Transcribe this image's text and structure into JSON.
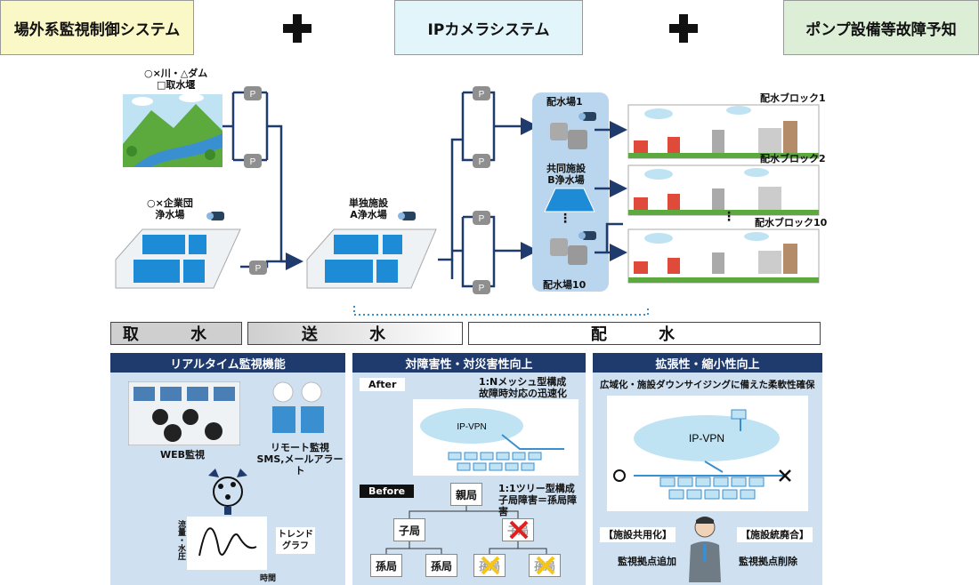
{
  "header": {
    "box1": "場外系監視制御システム",
    "box2": "IPカメラシステム",
    "box3": "ポンプ設備等故障予知"
  },
  "diagram": {
    "dam_label": "○×川・△ダム\n□取水堰",
    "corp_plant_label": "○×企業団\n浄水場",
    "single_plant_label": "単独施設\nA浄水場",
    "dist1_label": "配水場1",
    "shared_label": "共同施設\nB浄水場",
    "dist10_label": "配水場10",
    "vdots": "⋮",
    "pump_letter": "P",
    "block1": "配水ブロック1",
    "block2": "配水ブロック2",
    "block10": "配水ブロック10"
  },
  "phases": {
    "intake": "取 水",
    "transmission": "送 水",
    "distribution": "配 水"
  },
  "panel1": {
    "title": "リアルタイム監視機能",
    "web": "WEB監視",
    "remote": "リモート監視\nSMS,メールアラート",
    "ylabel": "流量・水圧",
    "xlabel": "時間",
    "trend": "トレンド\nグラフ"
  },
  "panel2": {
    "title": "対障害性・対災害性向上",
    "after": "After",
    "after_note": "1:Nメッシュ型構成\n故障時対応の迅速化",
    "vpn": "IP-VPN",
    "before": "Before",
    "before_note": "1:1ツリー型構成\n子局障害＝孫局障害",
    "parent": "親局",
    "child": "子局",
    "grandchild": "孫局"
  },
  "panel3": {
    "title": "拡張性・縮小性向上",
    "subtitle": "広域化・施設ダウンサイジングに備えた柔軟性確保",
    "vpn": "IP-VPN",
    "shared_use": "【施設共用化】",
    "add_point": "監視拠点追加",
    "consolidate": "【施設統廃合】",
    "remove_point": "監視拠点削除"
  },
  "colors": {
    "box1": "#fbf8c7",
    "box2": "#e2f5fb",
    "box3": "#dcefd6",
    "navy": "#1f3b6e",
    "panel": "#cfe0f1",
    "pipe": "#1f3b6e"
  }
}
